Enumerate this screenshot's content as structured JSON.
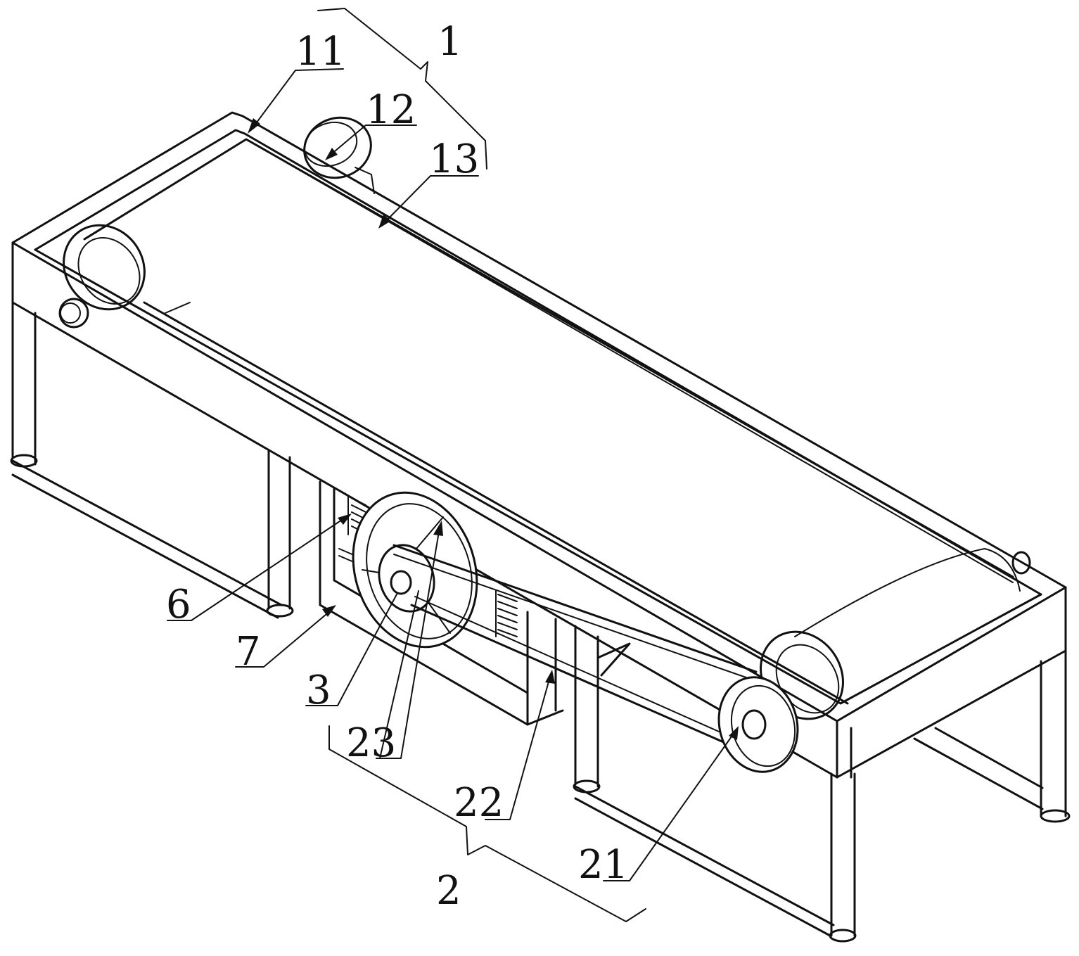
{
  "labels": {
    "l1": "1",
    "l11": "11",
    "l12": "12",
    "l13": "13",
    "l6": "6",
    "l7": "7",
    "l3": "3",
    "l23": "23",
    "l22": "22",
    "l21": "21",
    "l2": "2"
  },
  "colors": {
    "line": "#111111",
    "background": "#ffffff"
  }
}
